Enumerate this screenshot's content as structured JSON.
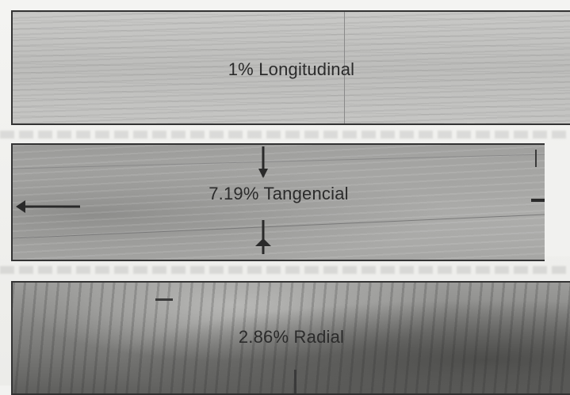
{
  "panels": [
    {
      "label": "1% Longitudinal"
    },
    {
      "label": "7.19% Tangencial"
    },
    {
      "label": "2.86% Radial"
    }
  ]
}
